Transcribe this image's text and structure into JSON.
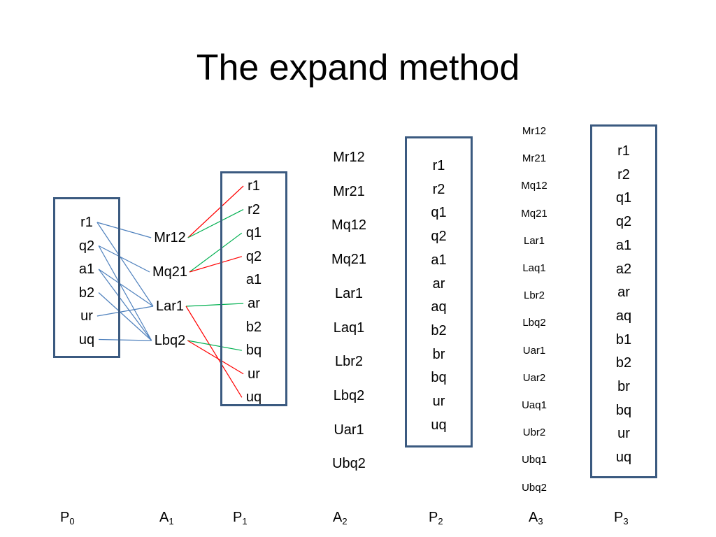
{
  "title": "The expand method",
  "colors": {
    "box_border": "#3b5a80",
    "line_p0_a1": "#4f81bd",
    "line_green": "#00b050",
    "line_red": "#ff0000"
  },
  "p0": {
    "items": [
      "r1",
      "q2",
      "a1",
      "b2",
      "ur",
      "uq"
    ]
  },
  "a1": {
    "items": [
      "Mr12",
      "Mq21",
      "Lar1",
      "Lbq2"
    ]
  },
  "p1": {
    "items": [
      "r1",
      "r2",
      "q1",
      "q2",
      "a1",
      "ar",
      "b2",
      "bq",
      "ur",
      "uq"
    ]
  },
  "a2": {
    "items": [
      "Mr12",
      "Mr21",
      "Mq12",
      "Mq21",
      "Lar1",
      "Laq1",
      "Lbr2",
      "Lbq2",
      "Uar1",
      "Ubq2"
    ]
  },
  "p2": {
    "items": [
      "r1",
      "r2",
      "q1",
      "q2",
      "a1",
      "ar",
      "aq",
      "b2",
      "br",
      "bq",
      "ur",
      "uq"
    ]
  },
  "a3": {
    "items": [
      "Mr12",
      "Mr21",
      "Mq12",
      "Mq21",
      "Lar1",
      "Laq1",
      "Lbr2",
      "Lbq2",
      "Uar1",
      "Uar2",
      "Uaq1",
      "Ubr2",
      "Ubq1",
      "Ubq2"
    ]
  },
  "p3": {
    "items": [
      "r1",
      "r2",
      "q1",
      "q2",
      "a1",
      "a2",
      "ar",
      "aq",
      "b1",
      "b2",
      "br",
      "bq",
      "ur",
      "uq"
    ]
  },
  "labels": [
    {
      "base": "P",
      "sub": "0"
    },
    {
      "base": "A",
      "sub": "1"
    },
    {
      "base": "P",
      "sub": "1"
    },
    {
      "base": "A",
      "sub": "2"
    },
    {
      "base": "P",
      "sub": "2"
    },
    {
      "base": "A",
      "sub": "3"
    },
    {
      "base": "P",
      "sub": "3"
    }
  ],
  "links_p0_a1": [
    [
      "r1",
      "Mr12"
    ],
    [
      "r1",
      "Lar1"
    ],
    [
      "q2",
      "Mq21"
    ],
    [
      "q2",
      "Lbq2"
    ],
    [
      "a1",
      "Lar1"
    ],
    [
      "a1",
      "Lbq2"
    ],
    [
      "b2",
      "Lbq2"
    ],
    [
      "ur",
      "Lar1"
    ],
    [
      "uq",
      "Lbq2"
    ]
  ],
  "links_a1_p1": [
    {
      "from": "Mr12",
      "to": "r1",
      "color": "red"
    },
    {
      "from": "Mr12",
      "to": "r2",
      "color": "green"
    },
    {
      "from": "Mq21",
      "to": "q1",
      "color": "green"
    },
    {
      "from": "Mq21",
      "to": "q2",
      "color": "red"
    },
    {
      "from": "Lar1",
      "to": "ar",
      "color": "green"
    },
    {
      "from": "Lar1",
      "to": "uq",
      "color": "red"
    },
    {
      "from": "Lbq2",
      "to": "bq",
      "color": "green"
    },
    {
      "from": "Lbq2",
      "to": "ur",
      "color": "red"
    }
  ]
}
